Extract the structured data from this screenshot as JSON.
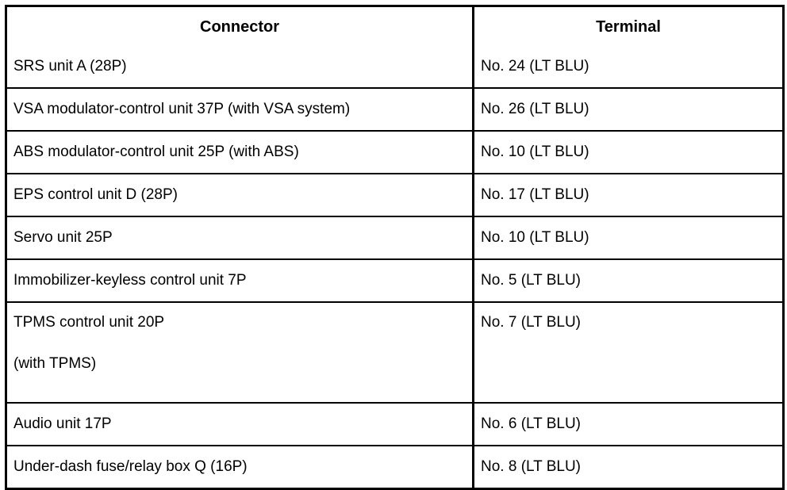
{
  "table": {
    "columns": [
      {
        "key": "connector",
        "label": "Connector",
        "align": "center"
      },
      {
        "key": "terminal",
        "label": "Terminal",
        "align": "center"
      }
    ],
    "rows": [
      {
        "connector": "SRS unit A (28P)",
        "connector_line2": "",
        "terminal": "No. 24 (LT BLU)"
      },
      {
        "connector": "VSA modulator-control unit 37P (with VSA system)",
        "connector_line2": "",
        "terminal": "No. 26 (LT BLU)"
      },
      {
        "connector": "ABS modulator-control unit 25P (with ABS)",
        "connector_line2": "",
        "terminal": "No. 10 (LT BLU)"
      },
      {
        "connector": "EPS control unit D (28P)",
        "connector_line2": "",
        "terminal": "No. 17 (LT BLU)"
      },
      {
        "connector": "Servo unit 25P",
        "connector_line2": "",
        "terminal": "No. 10 (LT BLU)"
      },
      {
        "connector": "Immobilizer-keyless control unit 7P",
        "connector_line2": "",
        "terminal": "No. 5 (LT BLU)"
      },
      {
        "connector": "TPMS control unit 20P",
        "connector_line2": "(with TPMS)",
        "terminal": "No. 7 (LT BLU)"
      },
      {
        "connector": "Audio unit 17P",
        "connector_line2": "",
        "terminal": "No. 6 (LT BLU)"
      },
      {
        "connector": "Under-dash fuse/relay box Q (16P)",
        "connector_line2": "",
        "terminal": "No. 8 (LT BLU)"
      }
    ]
  },
  "style": {
    "border_color": "#000000",
    "text_color": "#000000",
    "background_color": "#ffffff"
  }
}
